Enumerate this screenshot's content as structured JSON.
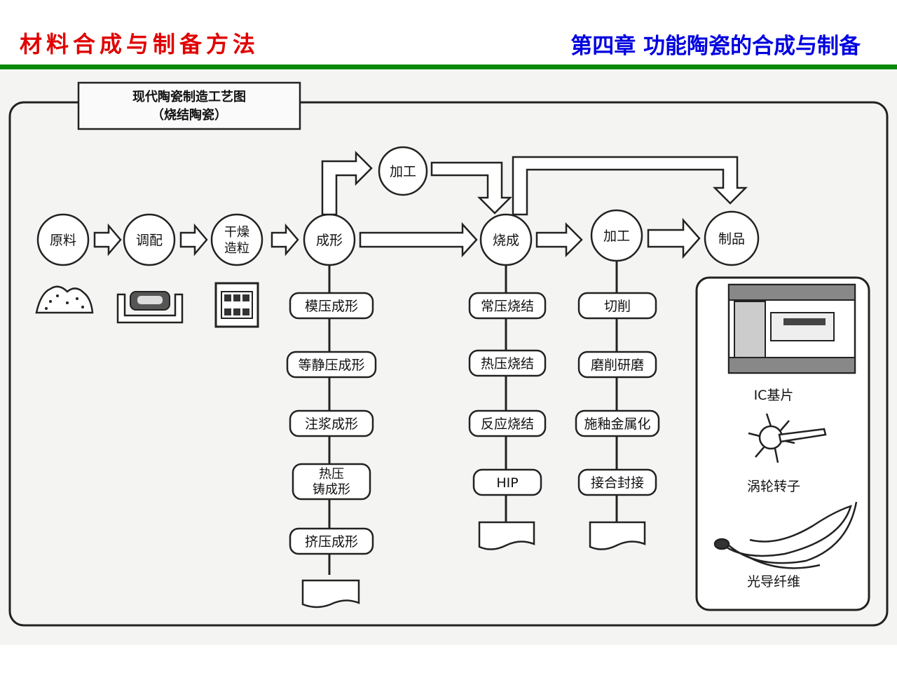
{
  "header": {
    "course_title": "材料合成与制备方法",
    "chapter_title": "第四章 功能陶瓷的合成与制备"
  },
  "diagram": {
    "title_line1": "现代陶瓷制造工艺图",
    "title_line2": "（烧结陶瓷）",
    "main_flow": {
      "raw_material": "原料",
      "mixing": "调配",
      "drying_line1": "干燥",
      "drying_line2": "造粒",
      "forming": "成形",
      "machining_top": "加工",
      "sintering": "烧成",
      "machining": "加工",
      "product": "制品"
    },
    "forming_methods": [
      "模压成形",
      "等静压成形",
      "注浆成形",
      "热压",
      "铸成形",
      "挤压成形"
    ],
    "sintering_methods": [
      "常压烧结",
      "热压烧结",
      "反应烧结",
      "HIP"
    ],
    "machining_methods": [
      "切削",
      "磨削研磨",
      "施釉金属化",
      "接合封接"
    ],
    "products": {
      "ic_substrate": "IC基片",
      "turbine_rotor": "涡轮转子",
      "optical_fiber": "光导纤维"
    },
    "colors": {
      "heading_red": "#e00000",
      "heading_blue": "#0000e0",
      "rule_green": "#0a8a0a"
    }
  }
}
